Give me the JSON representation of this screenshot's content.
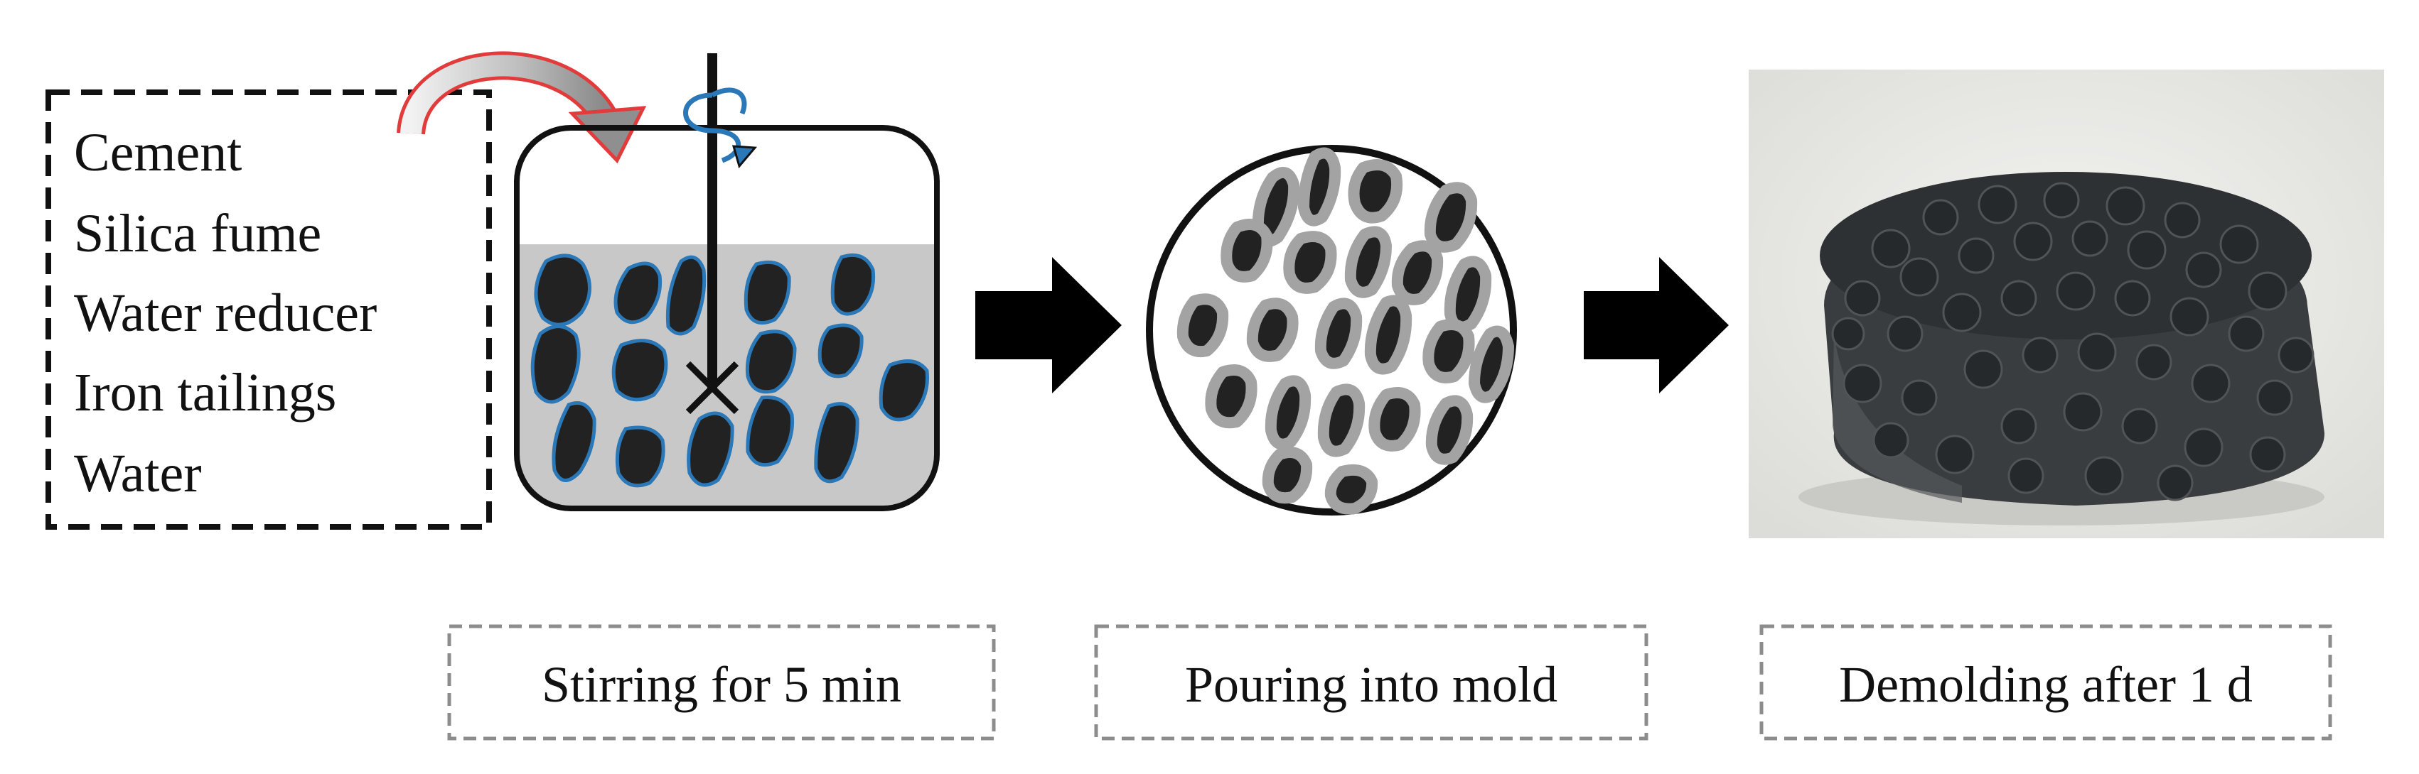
{
  "materials": {
    "items": [
      "Cement",
      "Silica fume",
      "Water reducer",
      "Iron tailings",
      "Water"
    ]
  },
  "steps": [
    {
      "label": "Stirring for 5 min"
    },
    {
      "label": "Pouring into mold"
    },
    {
      "label": "Demolding after 1 d"
    }
  ],
  "colors": {
    "aggregate": "#222222",
    "paste": "#c8c8c8",
    "paste_coating": "#a3a3a3",
    "aggregate_edge": "#2a78b8",
    "transfer_arrow": "#e23b3b",
    "caption_border": "#8c8c8c",
    "photo_background": "#e9e9e7",
    "sample": "#3a3d3f"
  },
  "icons": {
    "transfer": "curved-arrow-icon",
    "stirrer": "stirrer-icon",
    "rotation": "rotation-arrow-icon",
    "process": "right-arrow-icon"
  }
}
